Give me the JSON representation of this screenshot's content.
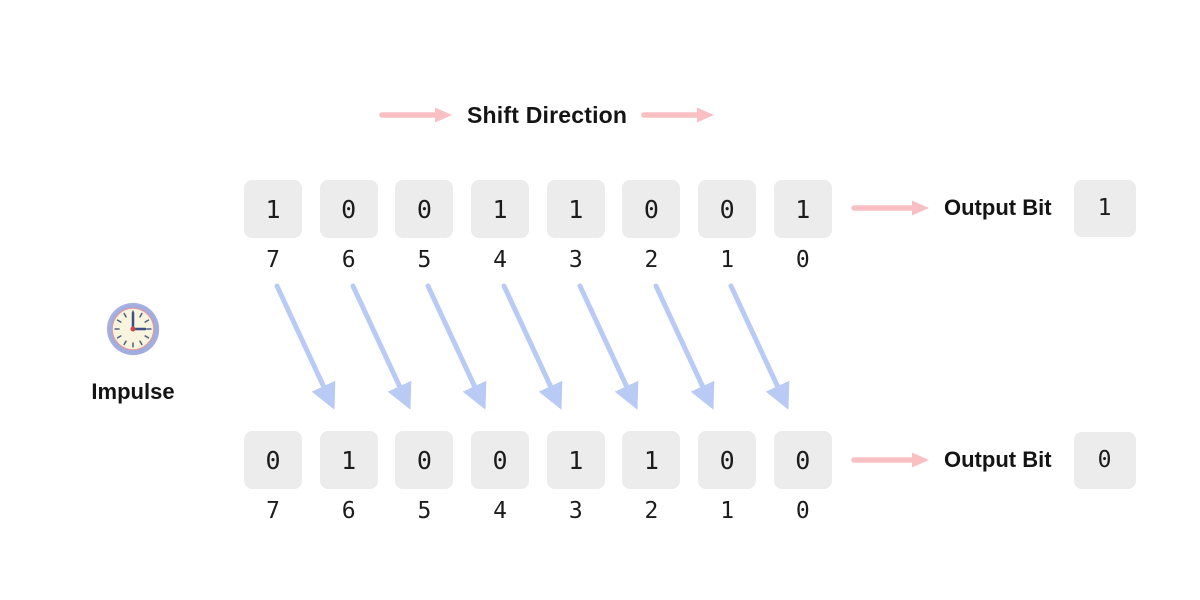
{
  "header": {
    "title": "Shift Direction"
  },
  "impulse": {
    "label": "Impulse"
  },
  "registers": {
    "indices": [
      "7",
      "6",
      "5",
      "4",
      "3",
      "2",
      "1",
      "0"
    ],
    "top": {
      "bits": [
        "1",
        "0",
        "0",
        "1",
        "1",
        "0",
        "0",
        "1"
      ],
      "output_label": "Output Bit",
      "output_bit": "1"
    },
    "bottom": {
      "bits": [
        "0",
        "1",
        "0",
        "0",
        "1",
        "1",
        "0",
        "0"
      ],
      "output_label": "Output Bit",
      "output_bit": "0"
    }
  },
  "icons": {
    "shift_direction_arrows": "pink-right-arrow",
    "output_arrows": "pink-right-arrow",
    "between_rows": "blue-diagonal-shift-arrows",
    "clock": "clock-icon"
  },
  "colors": {
    "arrow_pink": "#f9c0c4",
    "arrow_blue": "#b9cbf4",
    "box_bg": "#ececec",
    "text": "#171717",
    "clock_ring": "#a9b3e3",
    "clock_face": "#f8f4de"
  }
}
